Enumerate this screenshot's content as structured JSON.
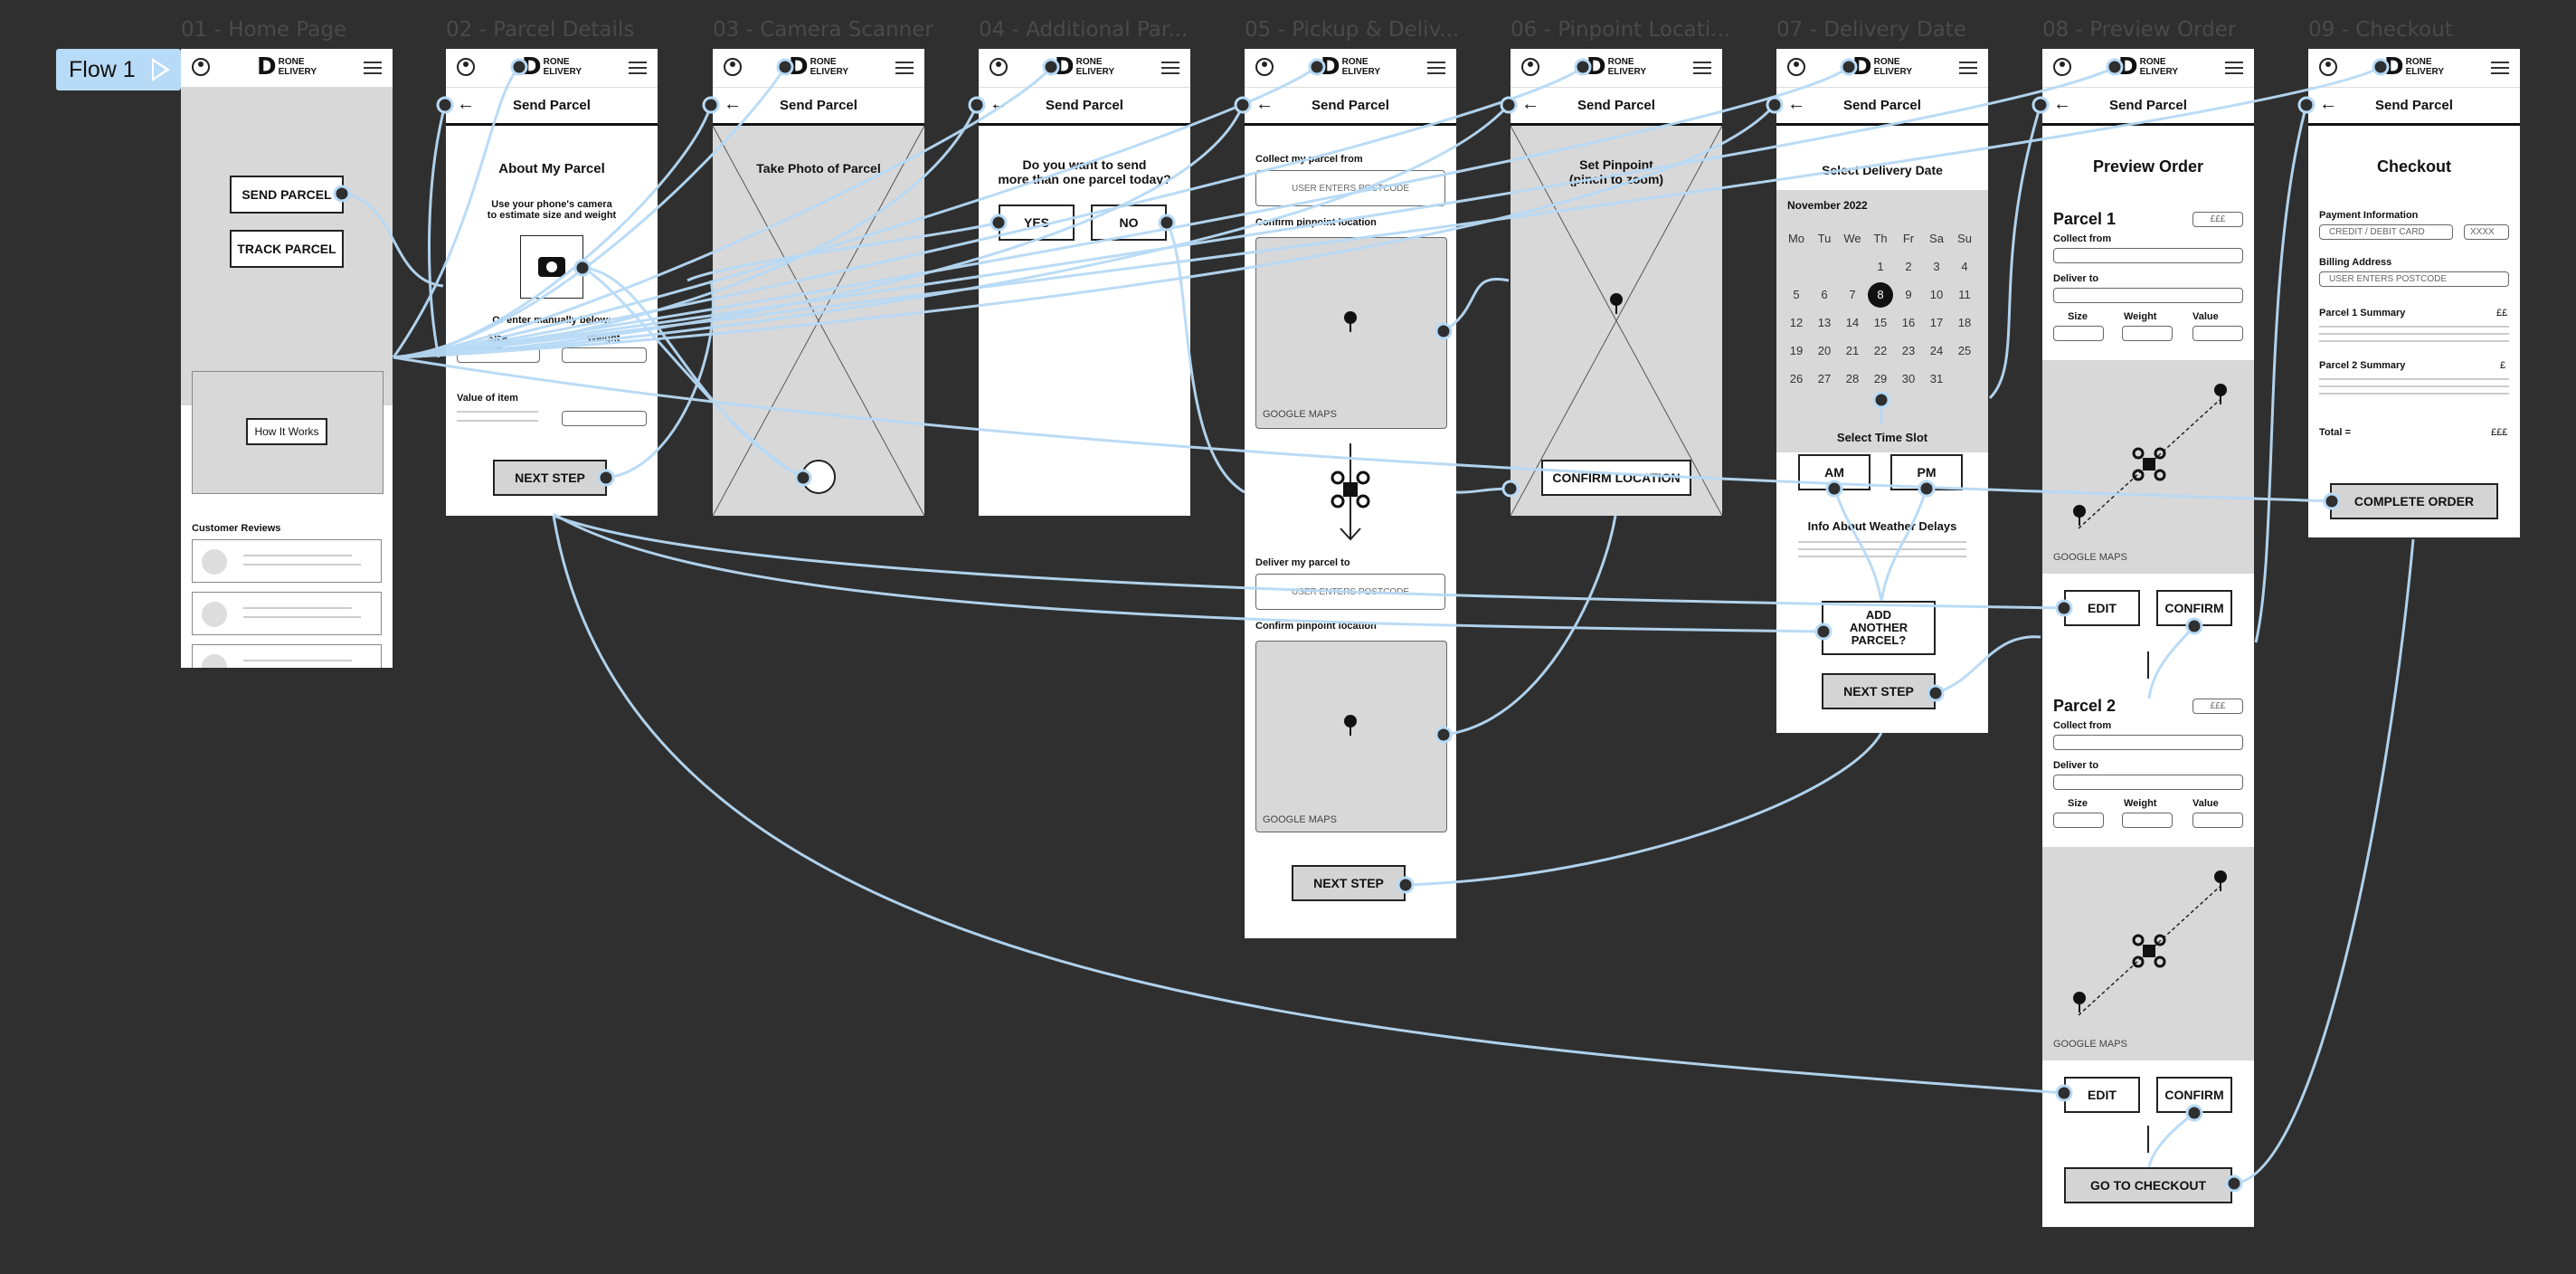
{
  "flow_label": "Flow 1",
  "logo": {
    "letter": "D",
    "line1": "RONE",
    "line2": "ELIVERY"
  },
  "nav_title": "Send Parcel",
  "frames": {
    "f01": "01 - Home Page",
    "f02": "02 - Parcel Details",
    "f03": "03 - Camera Scanner",
    "f04": "04 - Additional Par...",
    "f05": "05 - Pickup & Deliv...",
    "f06": "06 - Pinpoint Locati...",
    "f07": "07 - Delivery Date",
    "f08": "08 - Preview Order",
    "f09": "09 - Checkout"
  },
  "home": {
    "send_parcel": "SEND PARCEL",
    "track_parcel": "TRACK PARCEL",
    "how_it_works": "How It Works",
    "reviews": "Customer Reviews"
  },
  "parcel": {
    "heading": "About My Parcel",
    "sub1": "Use your phone's camera",
    "sub2": "to estimate size and weight",
    "manual": "Or enter manually below:",
    "size": "Size",
    "weight": "Weight",
    "value": "Value of item",
    "next": "NEXT STEP"
  },
  "camera": {
    "heading": "Take Photo of Parcel"
  },
  "additional": {
    "q1": "Do you want to send",
    "q2": "more than one parcel today?",
    "yes": "YES",
    "no": "NO"
  },
  "pickup": {
    "collect": "Collect my parcel from",
    "postcode1": "USER ENTERS POSTCODE",
    "confirm1": "Confirm pinpoint location",
    "maps1": "GOOGLE MAPS",
    "deliver": "Deliver my parcel to",
    "postcode2": "USER ENTERS POSTCODE",
    "confirm2": "Confirm pinpoint location",
    "maps2": "GOOGLE MAPS",
    "next": "NEXT STEP"
  },
  "pinpoint": {
    "h1": "Set Pinpoint",
    "h2": "(pinch to zoom)",
    "confirm": "CONFIRM LOCATION"
  },
  "date": {
    "heading": "Select Delivery Date",
    "month": "November 2022",
    "days": [
      "Mo",
      "Tu",
      "We",
      "Th",
      "Fr",
      "Sa",
      "Su"
    ],
    "weeks": [
      [
        "",
        "",
        "",
        "1",
        "2",
        "3",
        "4"
      ],
      [
        "5",
        "6",
        "7",
        "8",
        "9",
        "10",
        "11"
      ],
      [
        "12",
        "13",
        "14",
        "15",
        "16",
        "17",
        "18"
      ],
      [
        "19",
        "20",
        "21",
        "22",
        "23",
        "24",
        "25"
      ],
      [
        "26",
        "27",
        "28",
        "29",
        "30",
        "31",
        ""
      ]
    ],
    "selected": "8",
    "slot_heading": "Select Time Slot",
    "am": "AM",
    "pm": "PM",
    "weather": "Info About Weather Delays",
    "another1": "ADD",
    "another2": "ANOTHER",
    "another3": "PARCEL?",
    "next": "NEXT STEP"
  },
  "preview": {
    "heading": "Preview Order",
    "p1": "Parcel 1",
    "p1_price": "£££",
    "p2": "Parcel 2",
    "p2_price": "£££",
    "from": "Collect from",
    "to": "Deliver to",
    "size": "Size",
    "weight": "Weight",
    "value": "Value",
    "maps": "GOOGLE MAPS",
    "edit": "EDIT",
    "confirm": "CONFIRM",
    "checkout": "GO TO CHECKOUT"
  },
  "checkout": {
    "heading": "Checkout",
    "payment": "Payment Information",
    "card": "CREDIT / DEBIT CARD",
    "cvv": "XXXX",
    "billing": "Billing Address",
    "postcode": "USER ENTERS POSTCODE",
    "s1": "Parcel 1 Summary",
    "s1_val": "££",
    "s2": "Parcel 2 Summary",
    "s2_val": "£",
    "total": "Total =",
    "total_val": "£££",
    "complete": "COMPLETE ORDER"
  },
  "colors": {
    "wire": "#b7daf6",
    "canvas": "#2f2f2f",
    "placeholder": "#d8d8d8"
  }
}
